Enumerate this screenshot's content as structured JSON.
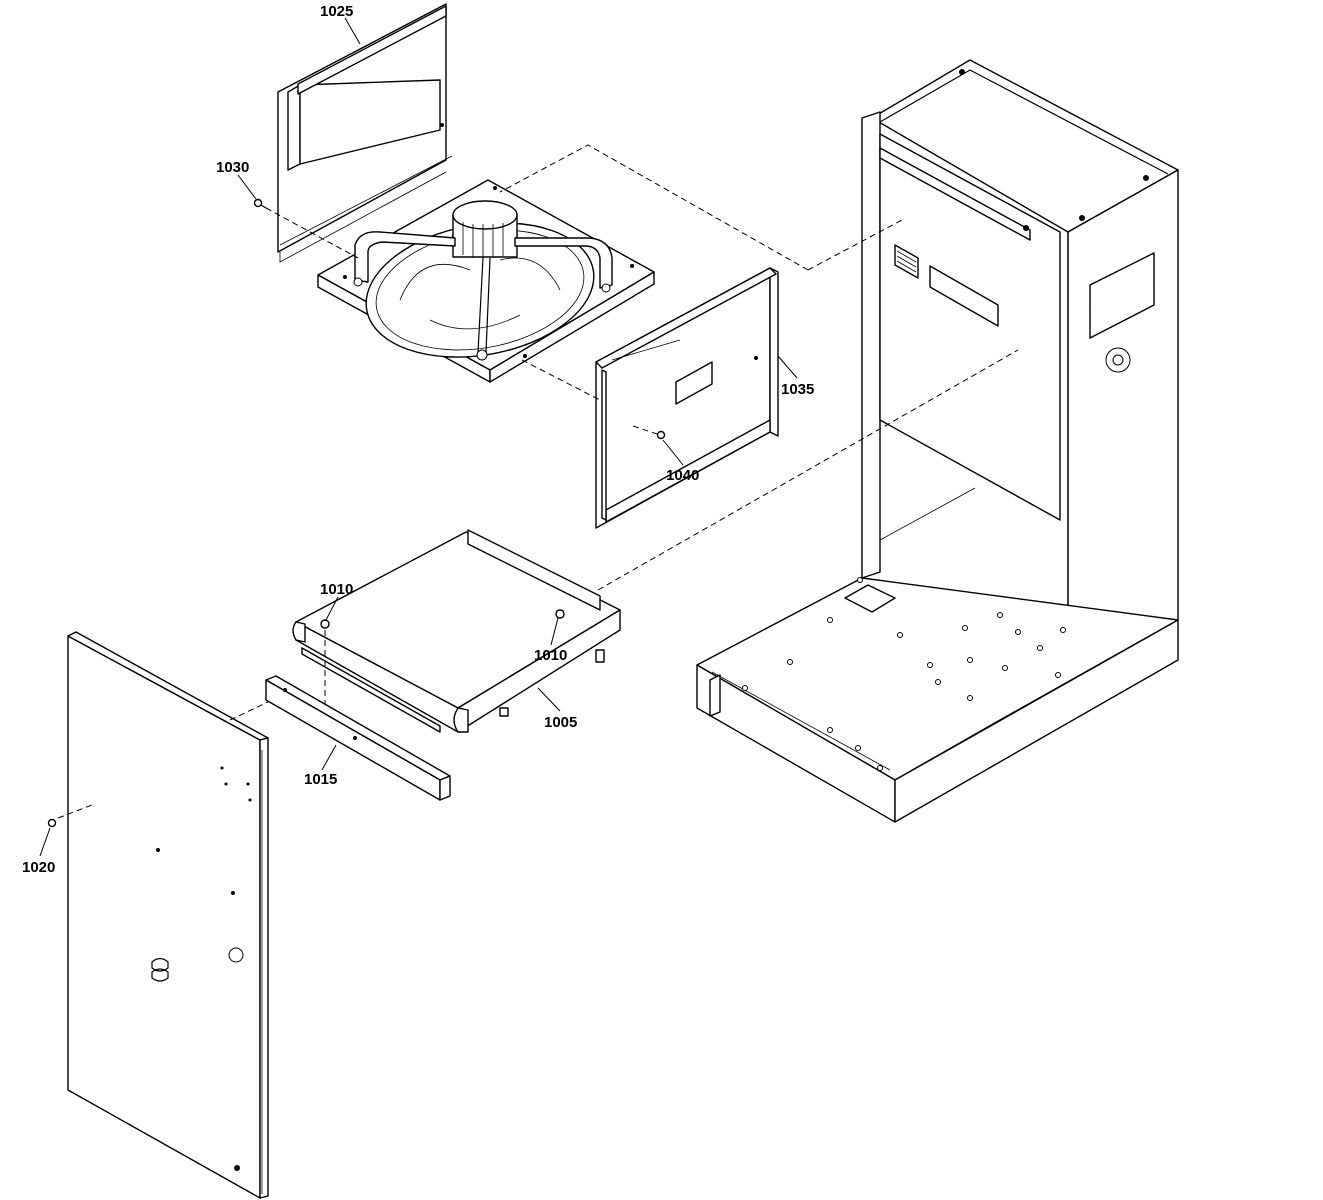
{
  "diagram": {
    "callouts": [
      {
        "id": "c1025",
        "label": "1025"
      },
      {
        "id": "c1030",
        "label": "1030"
      },
      {
        "id": "c1035",
        "label": "1035"
      },
      {
        "id": "c1040",
        "label": "1040"
      },
      {
        "id": "c1010a",
        "label": "1010"
      },
      {
        "id": "c1010b",
        "label": "1010"
      },
      {
        "id": "c1005",
        "label": "1005"
      },
      {
        "id": "c1015",
        "label": "1015"
      },
      {
        "id": "c1020",
        "label": "1020"
      }
    ]
  }
}
